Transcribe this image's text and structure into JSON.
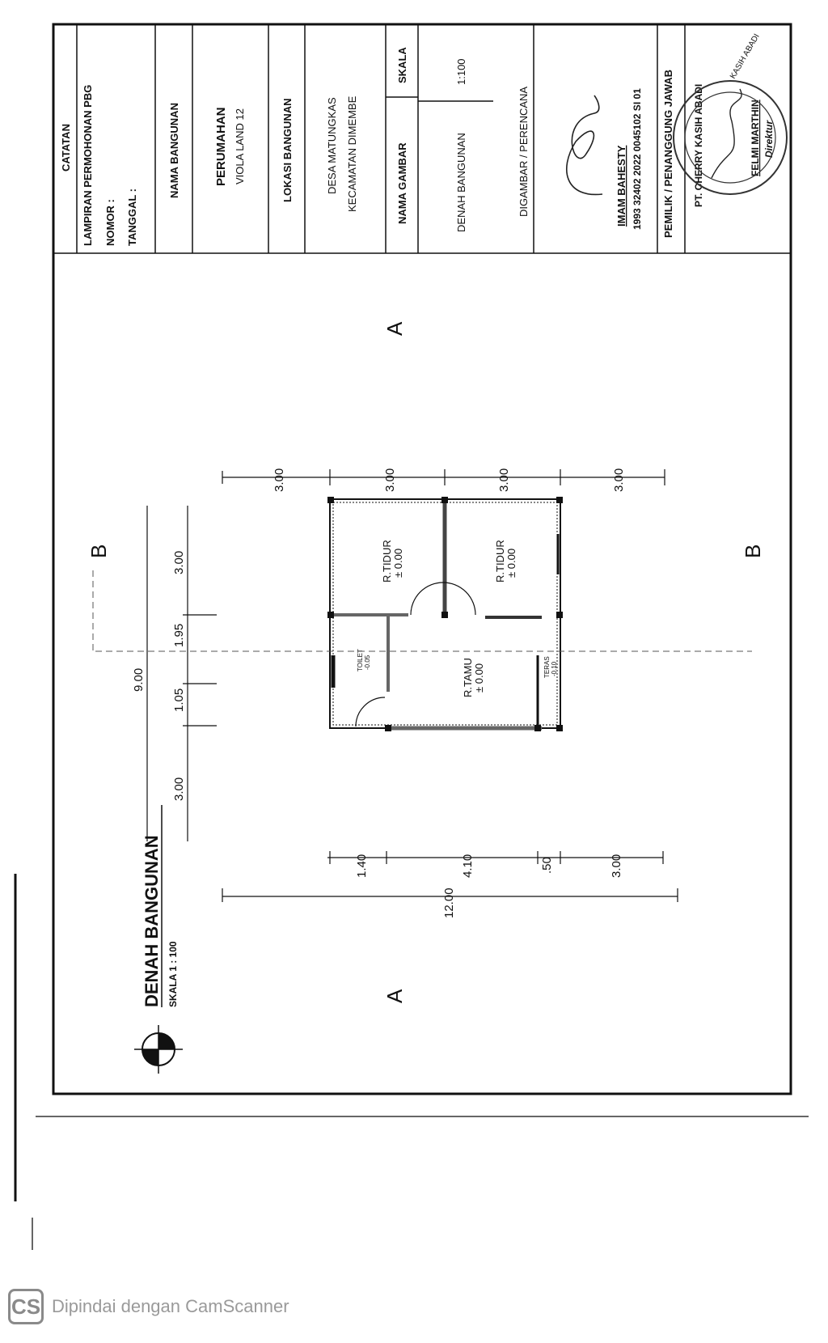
{
  "title_block": {
    "catatan": "CATATAN",
    "lampiran": "LAMPIRAN PERMOHONAN PBG",
    "nomor": "NOMOR :",
    "tanggal": "TANGGAL :",
    "nama_bangunan_label": "NAMA BANGUNAN",
    "nama_bangunan_1": "PERUMAHAN",
    "nama_bangunan_2": "VIOLA LAND 12",
    "lokasi_label": "LOKASI BANGUNAN",
    "lokasi_1": "DESA MATUNGKAS",
    "lokasi_2": "KECAMATAN DIMEMBE",
    "nama_gambar_label": "NAMA GAMBAR",
    "skala_label": "SKALA",
    "nama_gambar_value": "DENAH BANGUNAN",
    "skala_value": "1:100",
    "digambar_label": "DIGAMBAR / PERENCANA",
    "perencana_name": "IMAM BAHESTY",
    "perencana_id": "1993 32402 2022 0045102 SI 01",
    "pemilik_label": "PEMILIK / PENANGGUNG JAWAB",
    "pemilik_company": "PT. CHERRY KASIH ABADI",
    "stamp_text": "KASIH ABADI",
    "direktur_name": "FELMI MARTHIN",
    "direktur_title": "Direktur"
  },
  "drawing": {
    "title": "DENAH BANGUNAN",
    "scale": "SKALA 1 : 100",
    "section_a": "A",
    "section_b": "B",
    "rooms": {
      "tidur_1": "R.TIDUR",
      "tidur_1_level": "± 0.00",
      "tidur_2": "R.TIDUR",
      "tidur_2_level": "± 0.00",
      "tamu": "R.TAMU",
      "tamu_level": "± 0.00",
      "toilet": "TOILET",
      "toilet_level": "-0.05",
      "teras": "TERAS",
      "teras_level": "-0.10"
    },
    "dims": {
      "top": [
        "3.00",
        "3.00",
        "3.00",
        "3.00"
      ],
      "left_total": "9.00",
      "left": [
        "3.00",
        "1.95",
        "1.05",
        "3.00"
      ],
      "bottom_total": "12.00",
      "bottom": [
        "1.40",
        "4.10",
        ".50",
        "3.00"
      ]
    }
  },
  "footer": {
    "logo": "CS",
    "text": "Dipindai dengan CamScanner"
  }
}
